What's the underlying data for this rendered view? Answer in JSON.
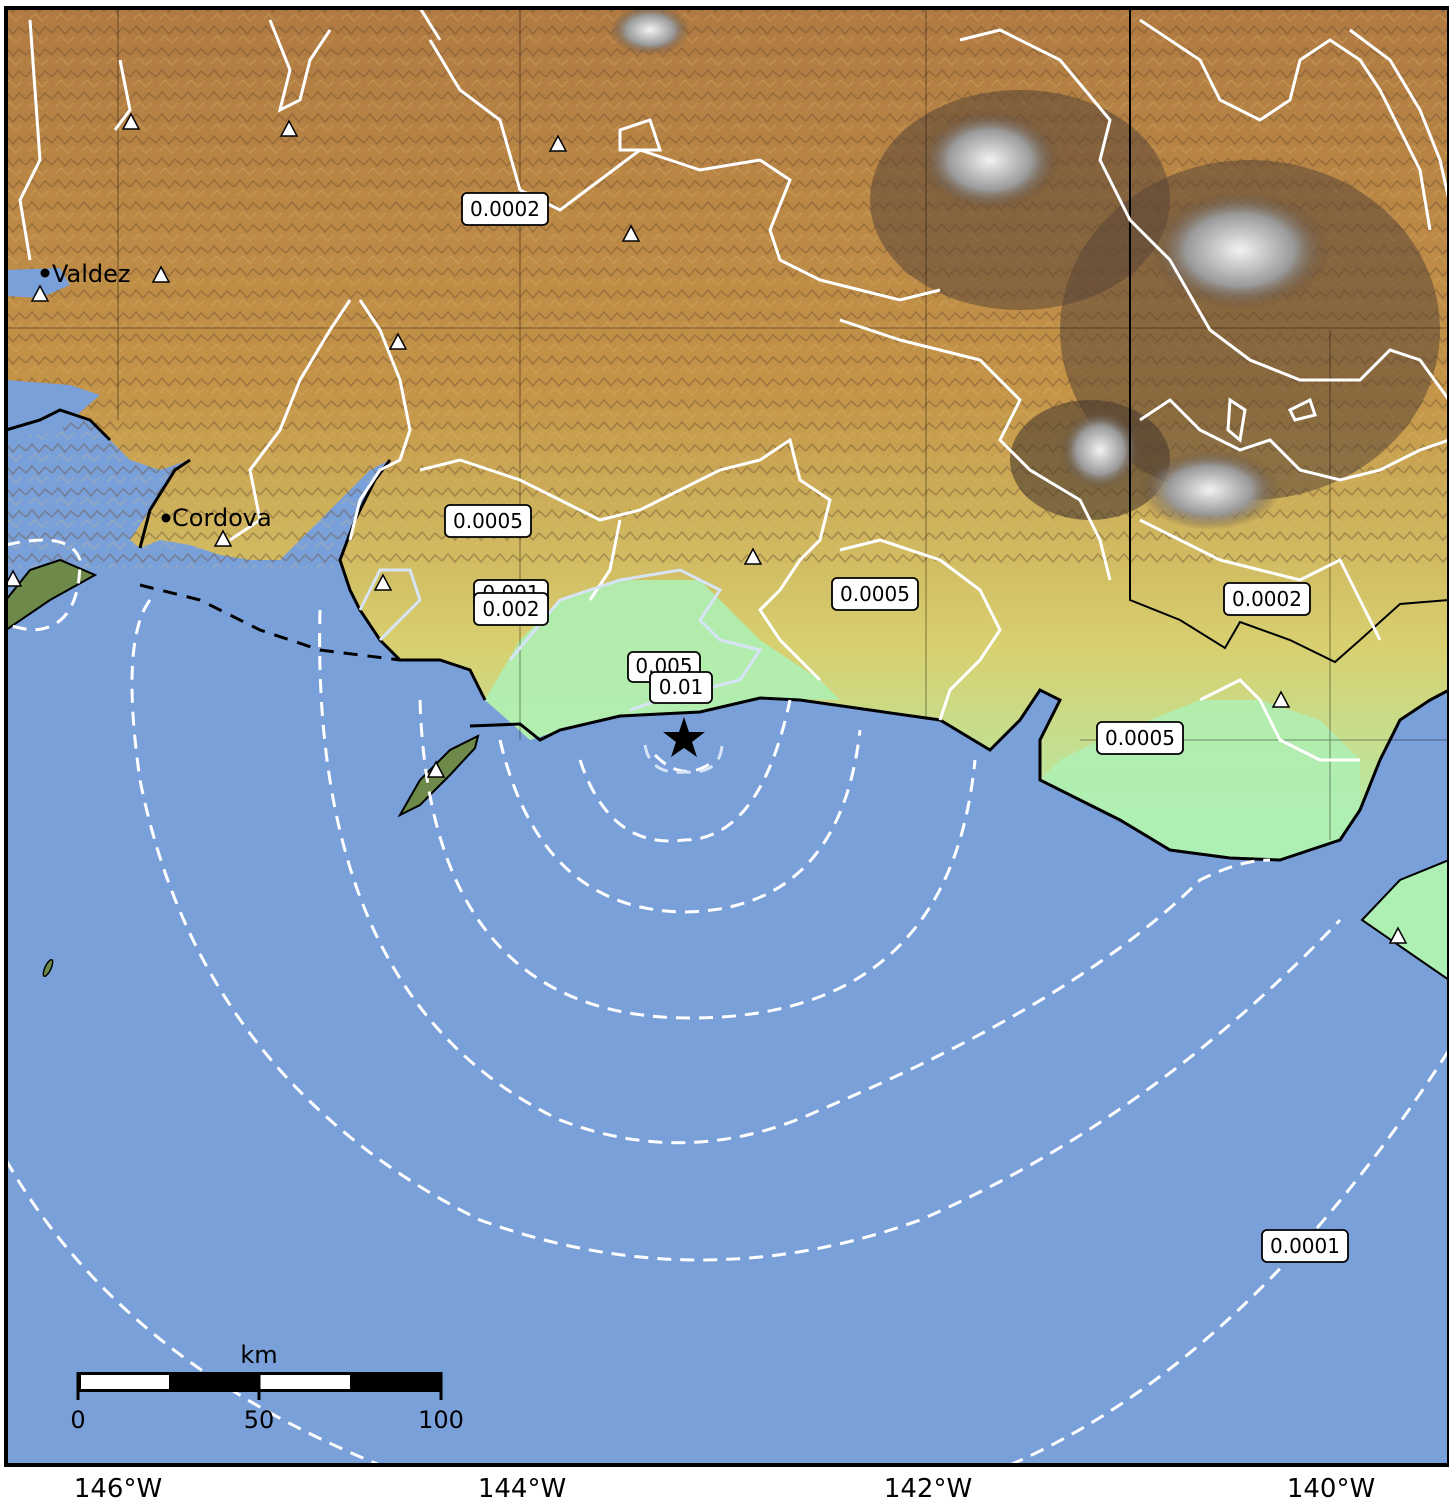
{
  "map": {
    "colors": {
      "water": "#7aa0da",
      "land_low": "#aef0b4",
      "land_mid": "#d8c060",
      "land_high": "#b57a3c",
      "mountain_dark": "#5a4636",
      "snow": "#e6e6e6",
      "contour": "#ffffff",
      "contour_inner": "#d6e4f6",
      "coast": "#000000"
    },
    "contour_labels": [
      {
        "id": "c1",
        "text": "0.0002"
      },
      {
        "id": "c2",
        "text": "0.0005"
      },
      {
        "id": "c3",
        "text": "0.001"
      },
      {
        "id": "c4",
        "text": "0.002"
      },
      {
        "id": "c5",
        "text": "0.0005"
      },
      {
        "id": "c6",
        "text": "0.005"
      },
      {
        "id": "c7",
        "text": "0.01"
      },
      {
        "id": "c8",
        "text": "0.0002"
      },
      {
        "id": "c9",
        "text": "0.0005"
      },
      {
        "id": "c10",
        "text": "0.0001"
      }
    ],
    "cities": [
      {
        "id": "valdez",
        "name": "Valdez"
      },
      {
        "id": "cordova",
        "name": "Cordova"
      }
    ],
    "longitude_labels": [
      "146°W",
      "144°W",
      "142°W",
      "140°W"
    ],
    "epicenter_icon": "star-icon",
    "station_icon": "triangle-icon",
    "scale_bar": {
      "unit": "km",
      "ticks": [
        "0",
        "50",
        "100"
      ]
    }
  }
}
